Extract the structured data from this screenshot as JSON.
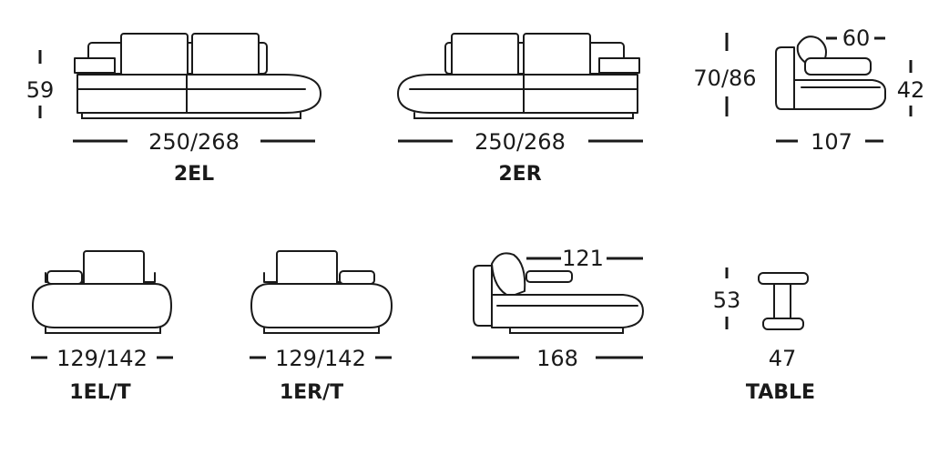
{
  "items": [
    {
      "model": "2EL",
      "width": "250/268",
      "height": "59"
    },
    {
      "model": "2ER",
      "width": "250/268"
    },
    {
      "side": {
        "height": "70/86",
        "seat_height": "42",
        "depth": "107",
        "top_depth": "60"
      }
    },
    {
      "model": "1EL/T",
      "width": "129/142"
    },
    {
      "model": "1ER/T",
      "width": "129/142"
    },
    {
      "side": {
        "depth": "168",
        "top_depth": "121"
      }
    },
    {
      "model": "TABLE",
      "height": "53",
      "width": "47"
    }
  ]
}
